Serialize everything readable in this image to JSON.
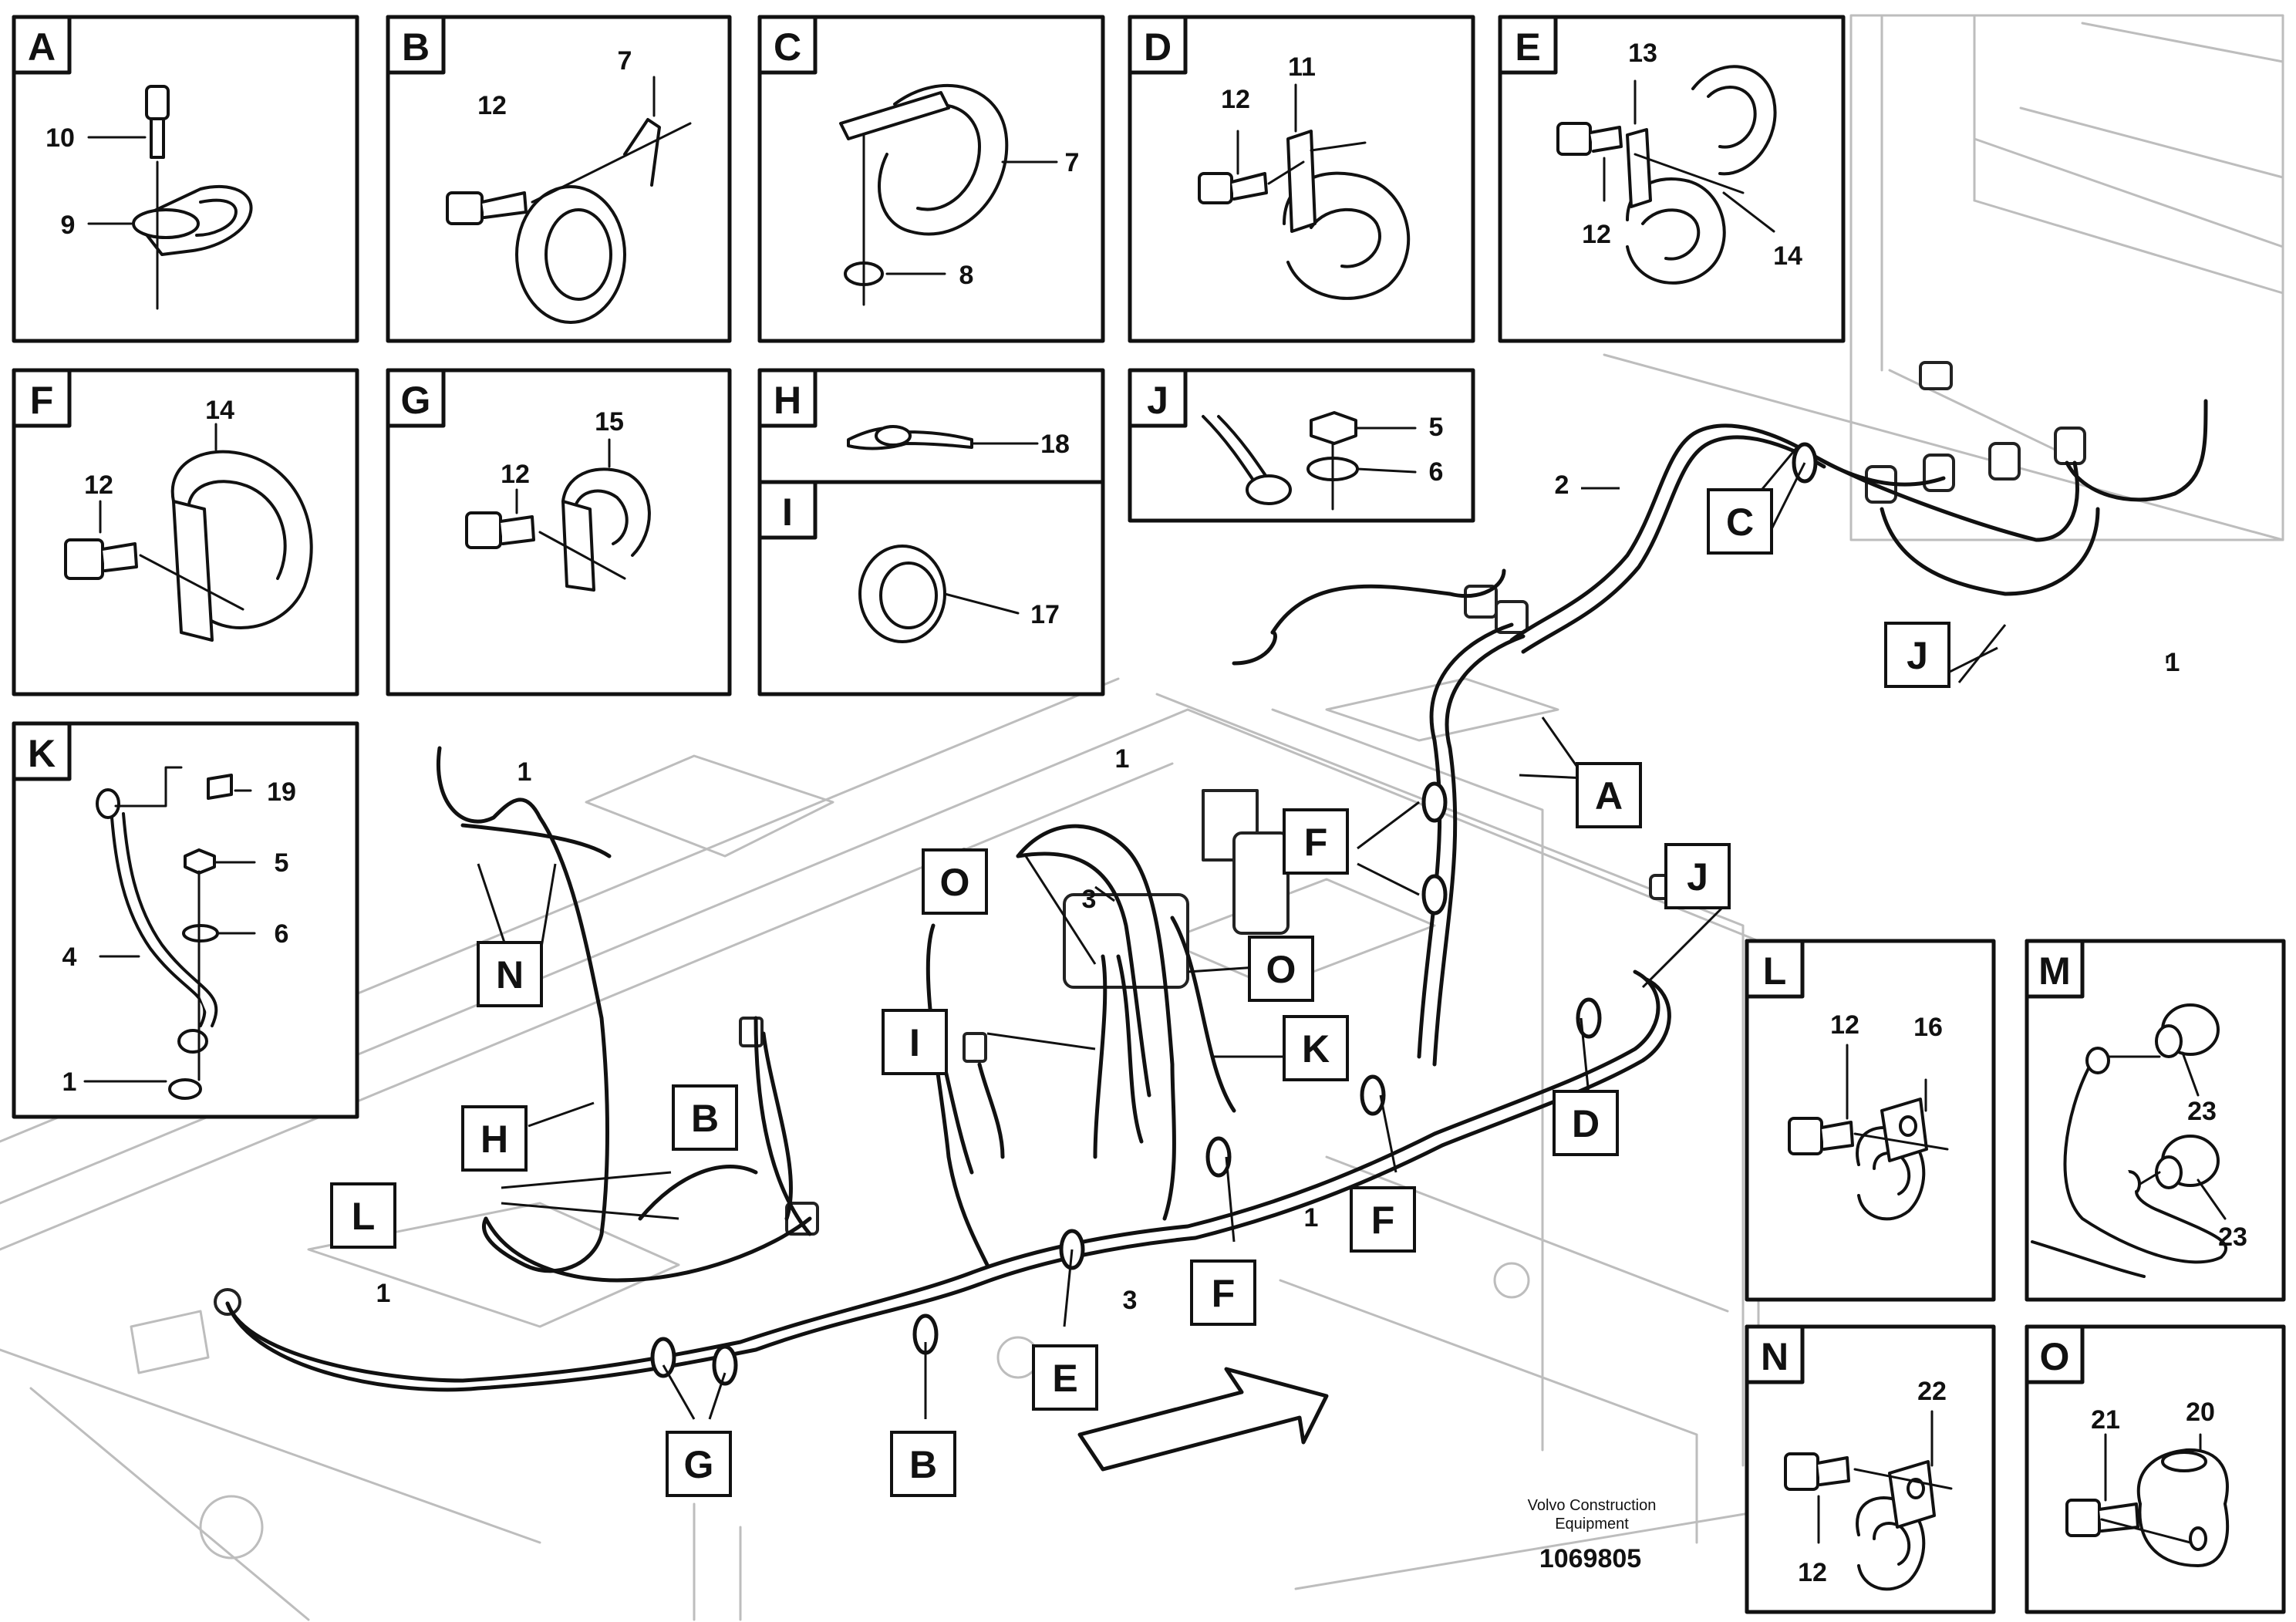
{
  "panels": {
    "A": {
      "letter": "A",
      "parts": [
        "10",
        "9"
      ]
    },
    "B": {
      "letter": "B",
      "parts": [
        "7",
        "12"
      ]
    },
    "C": {
      "letter": "C",
      "parts": [
        "7",
        "8"
      ]
    },
    "D": {
      "letter": "D",
      "parts": [
        "11",
        "12"
      ]
    },
    "E": {
      "letter": "E",
      "parts": [
        "13",
        "12",
        "14"
      ]
    },
    "F": {
      "letter": "F",
      "parts": [
        "14",
        "12"
      ]
    },
    "G": {
      "letter": "G",
      "parts": [
        "15",
        "12"
      ]
    },
    "H": {
      "letter": "H",
      "parts": [
        "18"
      ]
    },
    "I": {
      "letter": "I",
      "parts": [
        "17"
      ]
    },
    "J": {
      "letter": "J",
      "parts": [
        "5",
        "6"
      ]
    },
    "K": {
      "letter": "K",
      "parts": [
        "19",
        "5",
        "4",
        "6",
        "1"
      ]
    },
    "L": {
      "letter": "L",
      "parts": [
        "12",
        "16"
      ]
    },
    "M": {
      "letter": "M",
      "parts": [
        "23",
        "23"
      ]
    },
    "N": {
      "letter": "N",
      "parts": [
        "22",
        "12"
      ]
    },
    "O": {
      "letter": "O",
      "parts": [
        "21",
        "20"
      ]
    }
  },
  "main": {
    "callouts": [
      "A",
      "B",
      "B",
      "C",
      "D",
      "E",
      "F",
      "F",
      "F",
      "G",
      "H",
      "I",
      "J",
      "J",
      "K",
      "L",
      "N",
      "O",
      "O"
    ],
    "numbers": [
      "1",
      "1",
      "1",
      "1",
      "1",
      "2",
      "3",
      "3"
    ]
  },
  "footer": {
    "company_line1": "Volvo Construction",
    "company_line2": "Equipment",
    "doc_number": "1069805"
  }
}
